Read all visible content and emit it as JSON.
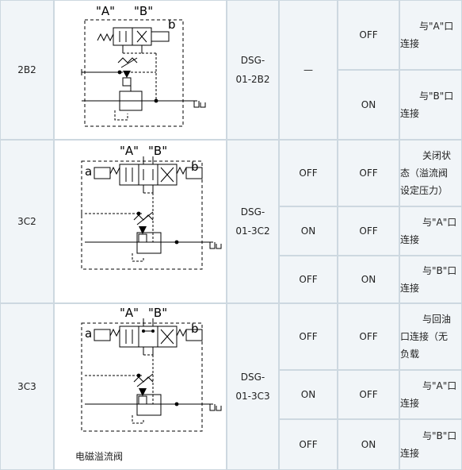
{
  "rows": [
    {
      "code": "2B2",
      "diagram": {
        "label_a": "\"A\"",
        "label_b": "\"B\"",
        "side_b": "b"
      },
      "model_line1": "DSG-",
      "model_line2": "01-2B2",
      "col_c": "—",
      "sub": [
        {
          "state": "OFF",
          "note": [
            "与\"A\"口",
            "连接"
          ]
        },
        {
          "state": "ON",
          "note": [
            "与\"B\"口",
            "连接"
          ]
        }
      ]
    },
    {
      "code": "3C2",
      "diagram": {
        "label_a": "\"A\"",
        "label_b": "\"B\"",
        "side_a": "a",
        "side_b": "b"
      },
      "model_line1": "DSG-",
      "model_line2": "01-3C2",
      "sub": [
        {
          "col_c": "OFF",
          "state": "OFF",
          "note": [
            "关闭状",
            "态（溢流阀",
            "设定压力）"
          ]
        },
        {
          "col_c": "ON",
          "state": "OFF",
          "note": [
            "与\"A\"口",
            "连接"
          ]
        },
        {
          "col_c": "OFF",
          "state": "ON",
          "note": [
            "与\"B\"口",
            "连接"
          ]
        }
      ]
    },
    {
      "code": "3C3",
      "diagram": {
        "label_a": "\"A\"",
        "label_b": "\"B\"",
        "side_a": "a",
        "side_b": "b",
        "caption": "电磁溢流阀"
      },
      "model_line1": "DSG-",
      "model_line2": "01-3C3",
      "sub": [
        {
          "col_c": "OFF",
          "state": "OFF",
          "note": [
            "与回油",
            "口连接（无",
            "负载"
          ]
        },
        {
          "col_c": "ON",
          "state": "OFF",
          "note": [
            "与\"A\"口",
            "连接"
          ]
        },
        {
          "col_c": "OFF",
          "state": "ON",
          "note": [
            "与\"B\"口",
            "连接"
          ]
        }
      ]
    }
  ],
  "colors": {
    "grid_bg": "#dfe8ee",
    "cell_bg": "#f1f5f8",
    "border": "#cdd8e0",
    "ink": "#000000"
  }
}
